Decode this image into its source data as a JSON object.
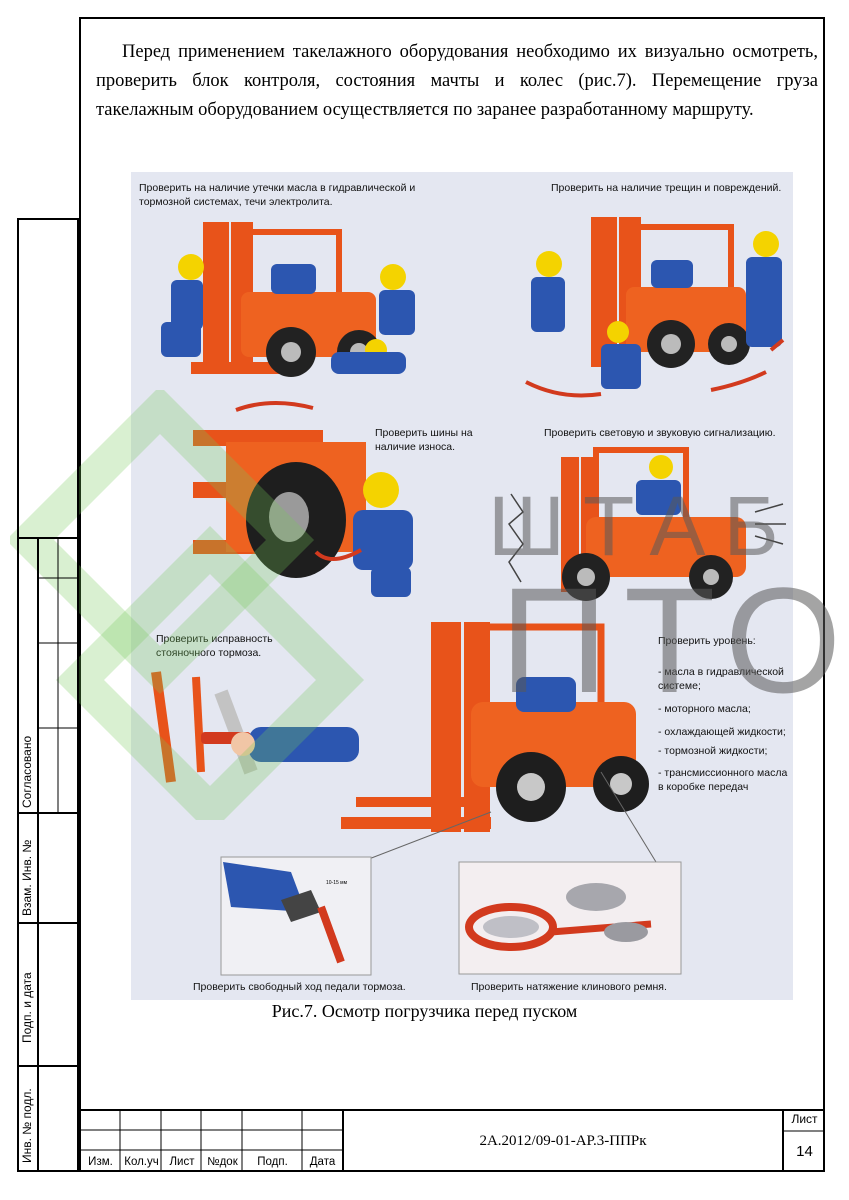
{
  "paragraph": "Перед применением такелажного оборудования необходимо их визуально осмотреть, проверить блок контроля, состояния мачты и колес (рис.7). Перемещение груза такелажным оборудованием осуществляется по заранее разработанному маршруту.",
  "figure": {
    "labels": {
      "oil_leak": "Проверить на наличие утечки масла в гидравлической и тормозной системах, течи электролита.",
      "cracks": "Проверить на наличие трещин и повреждений.",
      "tires": "Проверить шины на наличие износа.",
      "signals": "Проверить световую и звуковую сигнализацию.",
      "parking_brake": "Проверить исправность стояночного тормоза.",
      "levels_title": "Проверить уровень:",
      "levels": [
        "- масла в гидравлической системе;",
        "- моторного масла;",
        "- охлаждающей жидкости;",
        "- тормозной жидкости;",
        "- трансмиссионного масла в коробке передач"
      ],
      "pedal": "Проверить свободный ход педали тормоза.",
      "belt": "Проверить натяжение клинового ремня.",
      "pedal_dim": "10-15 мм"
    }
  },
  "caption": "Рис.7. Осмотр погрузчика перед пуском",
  "watermark": {
    "line1": "ШТАБ",
    "line2": "ПТО"
  },
  "sidebar": {
    "agreed": "Согласовано",
    "inv_replace": "Взам. Инв. №",
    "sign_date": "Подп. и дата",
    "inv_orig": "Инв. № подл."
  },
  "title_block": {
    "headers": [
      "Изм.",
      "Кол.уч",
      "Лист",
      "№док",
      "Подп.",
      "Дата"
    ],
    "doc_code": "2А.2012/09-01-АР.3-ППРк",
    "sheet_label": "Лист",
    "sheet_number": "14"
  }
}
